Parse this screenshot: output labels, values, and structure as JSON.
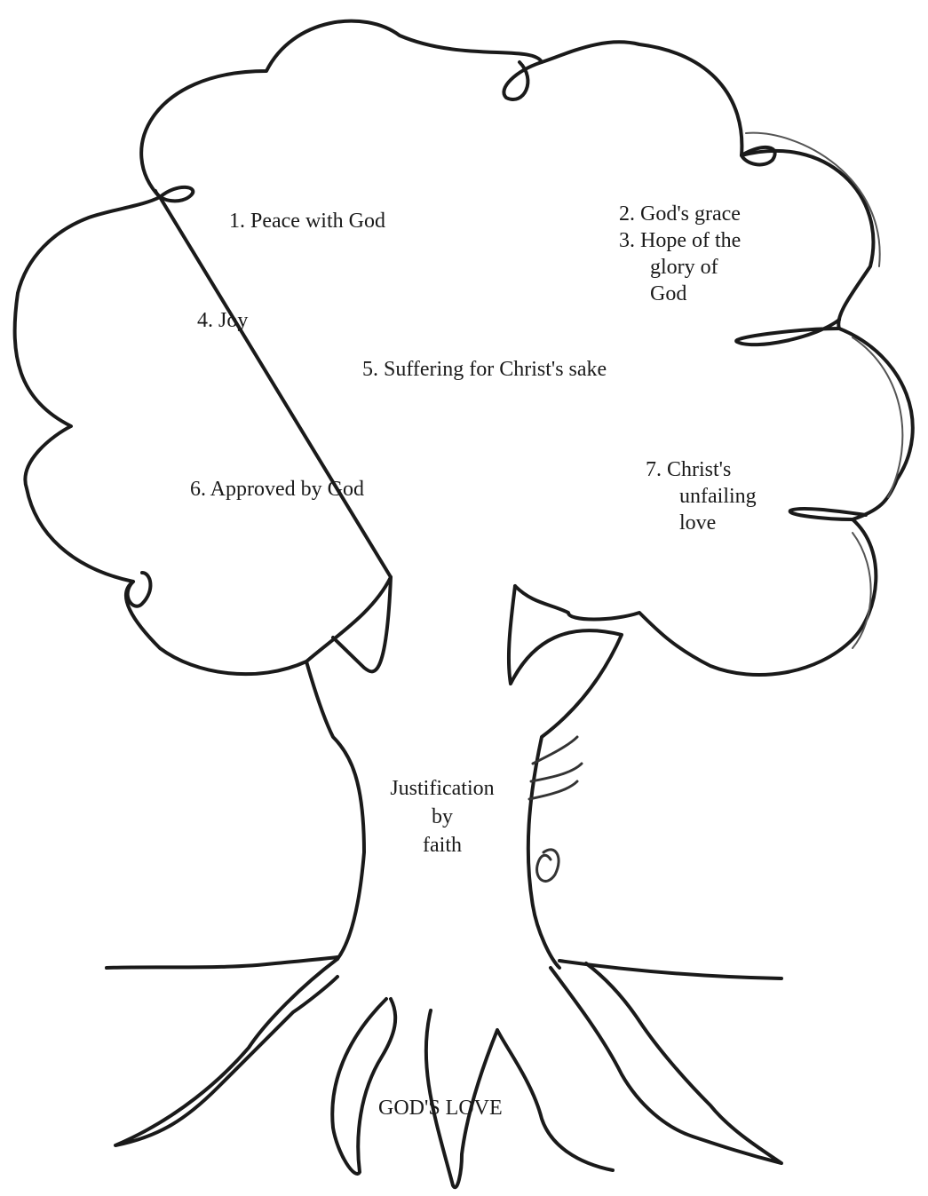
{
  "canopy": {
    "labels": [
      {
        "id": "peace",
        "lines": [
          "1.  Peace with God"
        ]
      },
      {
        "id": "grace-hope",
        "lines": [
          "2. God's grace",
          "3. Hope of the",
          "glory of",
          "God"
        ]
      },
      {
        "id": "joy",
        "lines": [
          "4.  Joy"
        ]
      },
      {
        "id": "suffering",
        "lines": [
          "5.  Suffering for Christ's sake"
        ]
      },
      {
        "id": "approved",
        "lines": [
          "6.  Approved by God"
        ]
      },
      {
        "id": "love",
        "lines": [
          "7. Christ's",
          "unfailing",
          "love"
        ]
      }
    ]
  },
  "trunk": {
    "lines": [
      "Justification",
      "by",
      "faith"
    ]
  },
  "roots": {
    "label": "GOD'S LOVE"
  },
  "colors": {
    "ink": "#1a1a1a",
    "background": "#ffffff"
  }
}
